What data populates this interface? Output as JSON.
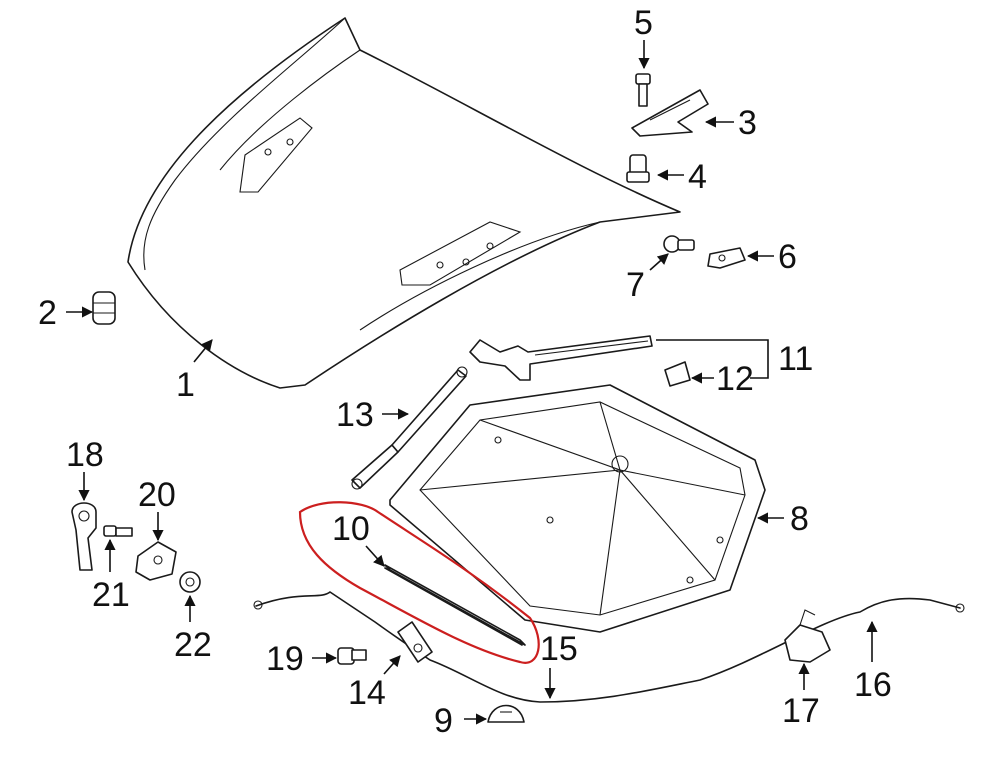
{
  "diagram": {
    "callout_color": "#111111",
    "highlight_color": "#cc1f1f",
    "callouts": [
      {
        "id": "1",
        "label": "1"
      },
      {
        "id": "2",
        "label": "2"
      },
      {
        "id": "3",
        "label": "3"
      },
      {
        "id": "4",
        "label": "4"
      },
      {
        "id": "5",
        "label": "5"
      },
      {
        "id": "6",
        "label": "6"
      },
      {
        "id": "7",
        "label": "7"
      },
      {
        "id": "8",
        "label": "8"
      },
      {
        "id": "9",
        "label": "9"
      },
      {
        "id": "10",
        "label": "10"
      },
      {
        "id": "11",
        "label": "11"
      },
      {
        "id": "12",
        "label": "12"
      },
      {
        "id": "13",
        "label": "13"
      },
      {
        "id": "14",
        "label": "14"
      },
      {
        "id": "15",
        "label": "15"
      },
      {
        "id": "16",
        "label": "16"
      },
      {
        "id": "17",
        "label": "17"
      },
      {
        "id": "18",
        "label": "18"
      },
      {
        "id": "19",
        "label": "19"
      },
      {
        "id": "20",
        "label": "20"
      },
      {
        "id": "21",
        "label": "21"
      },
      {
        "id": "22",
        "label": "22"
      }
    ],
    "highlighted_part": "10"
  }
}
